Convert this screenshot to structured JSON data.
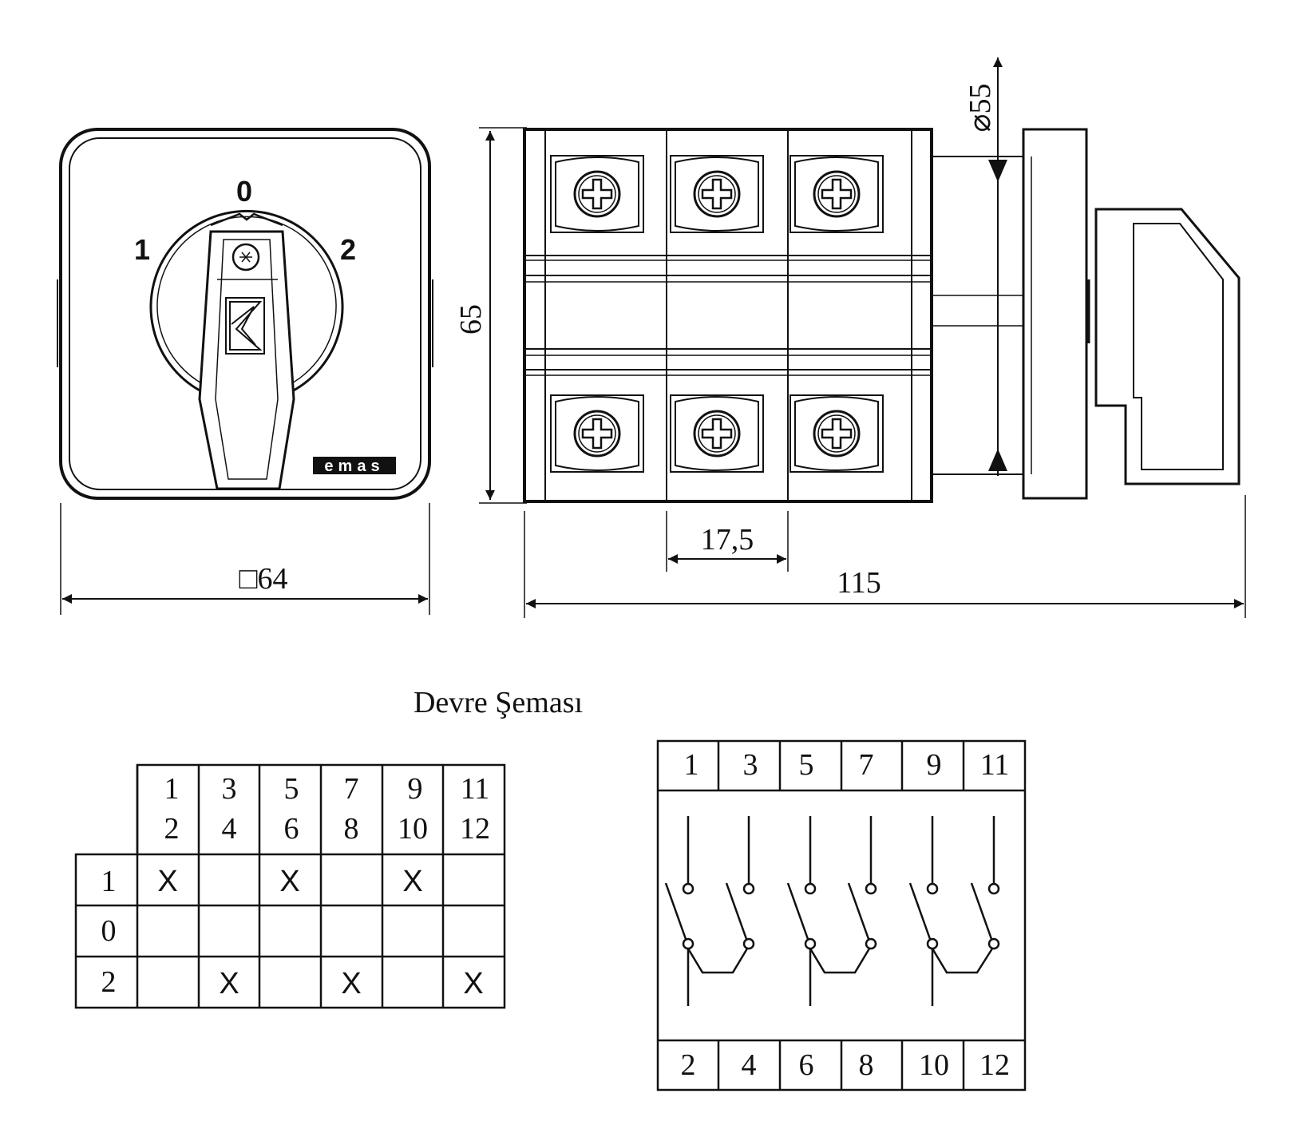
{
  "front_view": {
    "positions": {
      "left": "1",
      "center": "0",
      "right": "2"
    },
    "dimension": "□64",
    "brand": "emas"
  },
  "side_view": {
    "height": "65",
    "diameter": "⌀55",
    "pitch": "17,5",
    "length": "115"
  },
  "schema_title": "Devre Şeması",
  "switching_table": {
    "columns": [
      {
        "top": "1",
        "bottom": "2"
      },
      {
        "top": "3",
        "bottom": "4"
      },
      {
        "top": "5",
        "bottom": "6"
      },
      {
        "top": "7",
        "bottom": "8"
      },
      {
        "top": "9",
        "bottom": "10"
      },
      {
        "top": "11",
        "bottom": "12"
      }
    ],
    "rows": [
      {
        "label": "1",
        "cells": [
          "X",
          "",
          "X",
          "",
          "X",
          ""
        ]
      },
      {
        "label": "0",
        "cells": [
          "",
          "",
          "",
          "",
          "",
          ""
        ]
      },
      {
        "label": "2",
        "cells": [
          "",
          "X",
          "",
          "X",
          "",
          "X"
        ]
      }
    ]
  },
  "contact_diagram": {
    "top_terminals": [
      "1",
      "3",
      "5",
      "7",
      "9",
      "11"
    ],
    "bottom_terminals": [
      "2",
      "4",
      "6",
      "8",
      "10",
      "12"
    ]
  }
}
